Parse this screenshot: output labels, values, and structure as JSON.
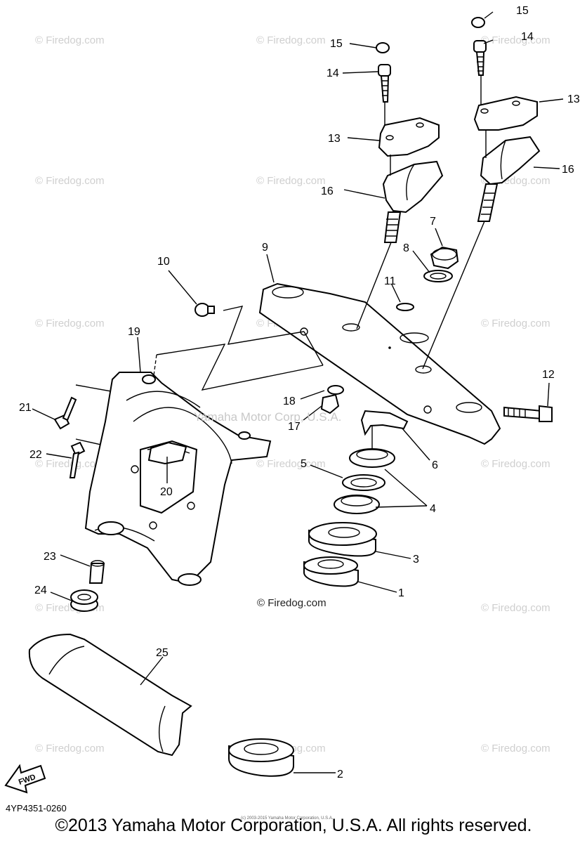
{
  "diagram": {
    "code": "4YP4351-0260",
    "copyright": "©2013 Yamaha Motor Corporation, U.S.A. All rights reserved.",
    "watermark": "© Firedog.com",
    "center_watermark": "Yamaha Motor Corp, U.S.A.",
    "tiny_credit": "(c) 2003-2015 Yamaha Motor Corporation, U.S.A.",
    "fwd_label": "FWD"
  },
  "callouts": [
    "15",
    "15",
    "14",
    "14",
    "13",
    "13",
    "16",
    "16",
    "7",
    "8",
    "9",
    "10",
    "11",
    "12",
    "19",
    "18",
    "17",
    "21",
    "22",
    "6",
    "5",
    "4",
    "20",
    "3",
    "23",
    "1",
    "24",
    "25",
    "2"
  ]
}
